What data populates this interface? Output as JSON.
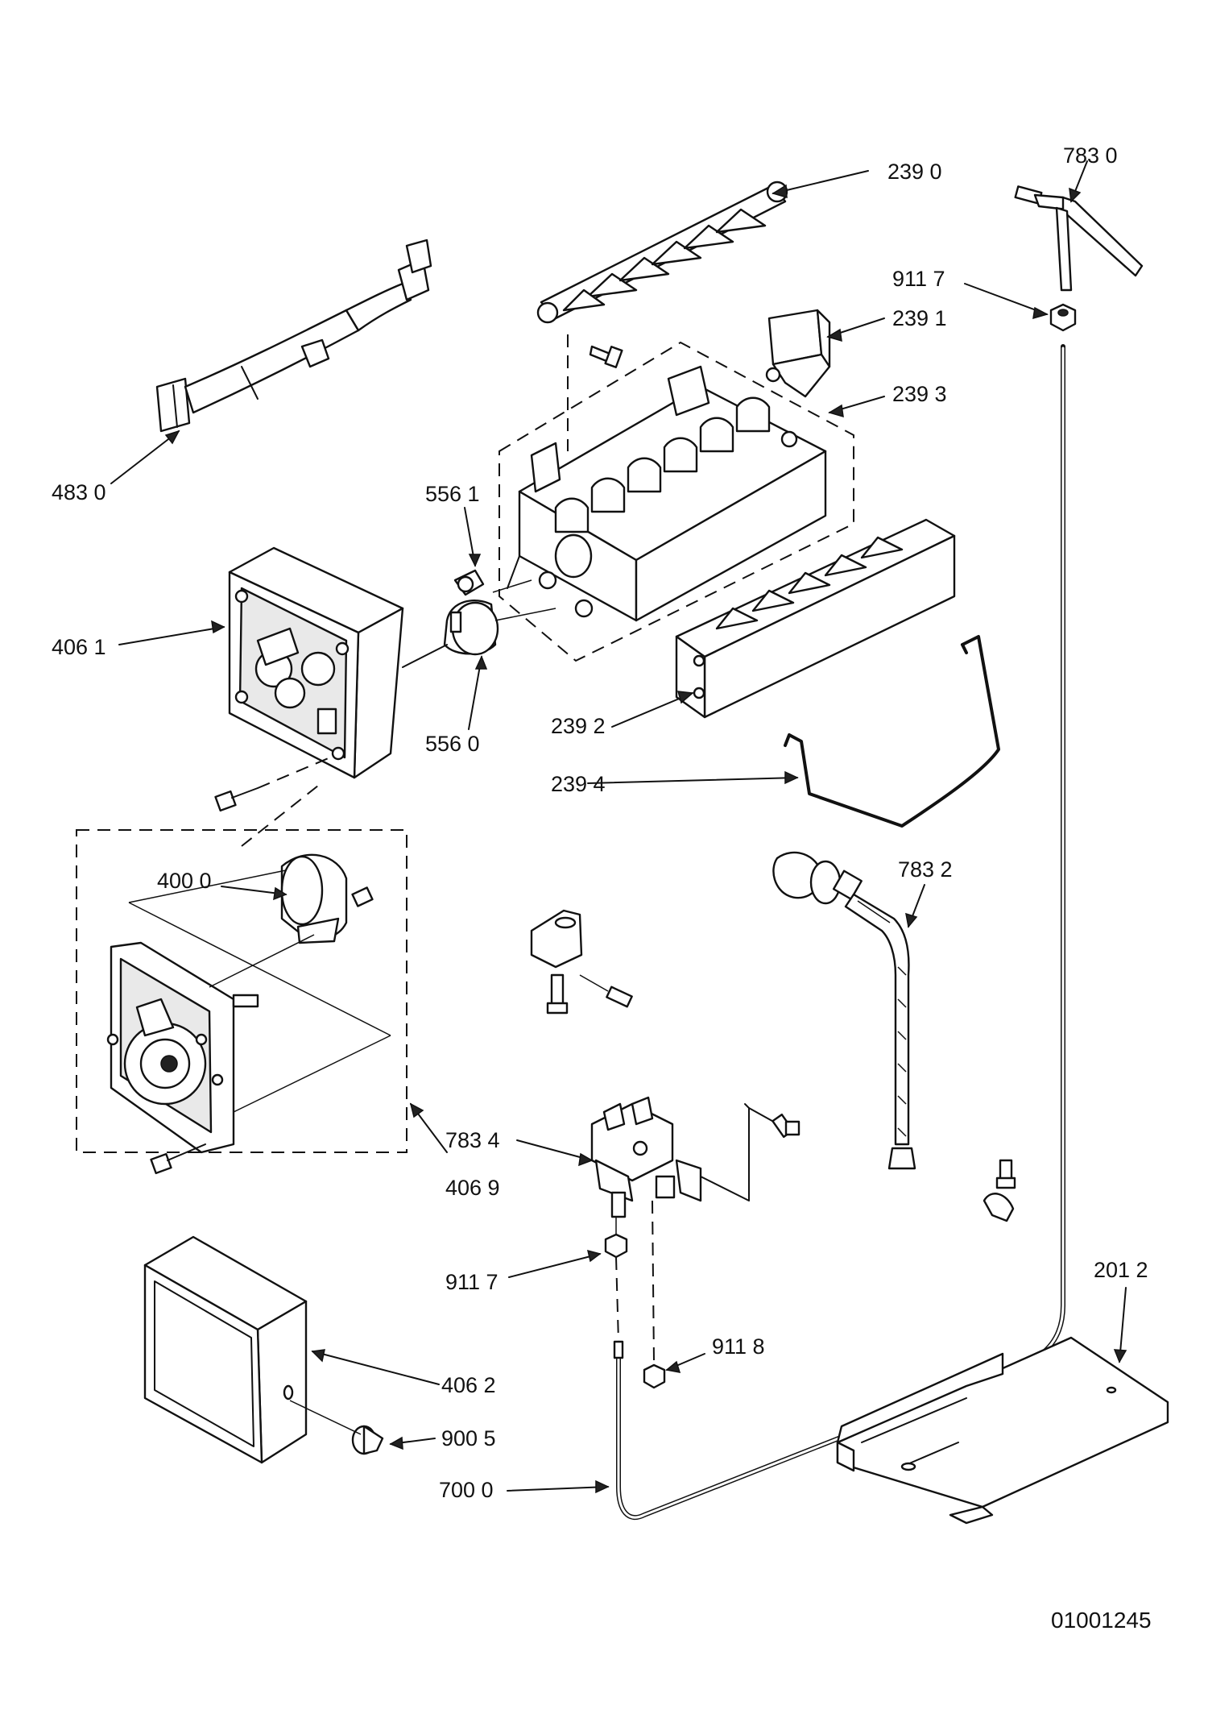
{
  "parts": {
    "p2390": "239 0",
    "p7830": "783 0",
    "p9117a": "911 7",
    "p2391": "239 1",
    "p2393": "239 3",
    "p4830": "483 0",
    "p5561": "556 1",
    "p4061": "406 1",
    "p5560": "556 0",
    "p2392": "239 2",
    "p2394": "239 4",
    "p4000": "400 0",
    "p7832": "783 2",
    "p7834": "783 4",
    "p4069": "406 9",
    "p9117b": "911 7",
    "p2012": "201 2",
    "p9118": "911 8",
    "p4062": "406 2",
    "p9005": "900 5",
    "p7000": "700 0"
  },
  "document_id": "01001245"
}
